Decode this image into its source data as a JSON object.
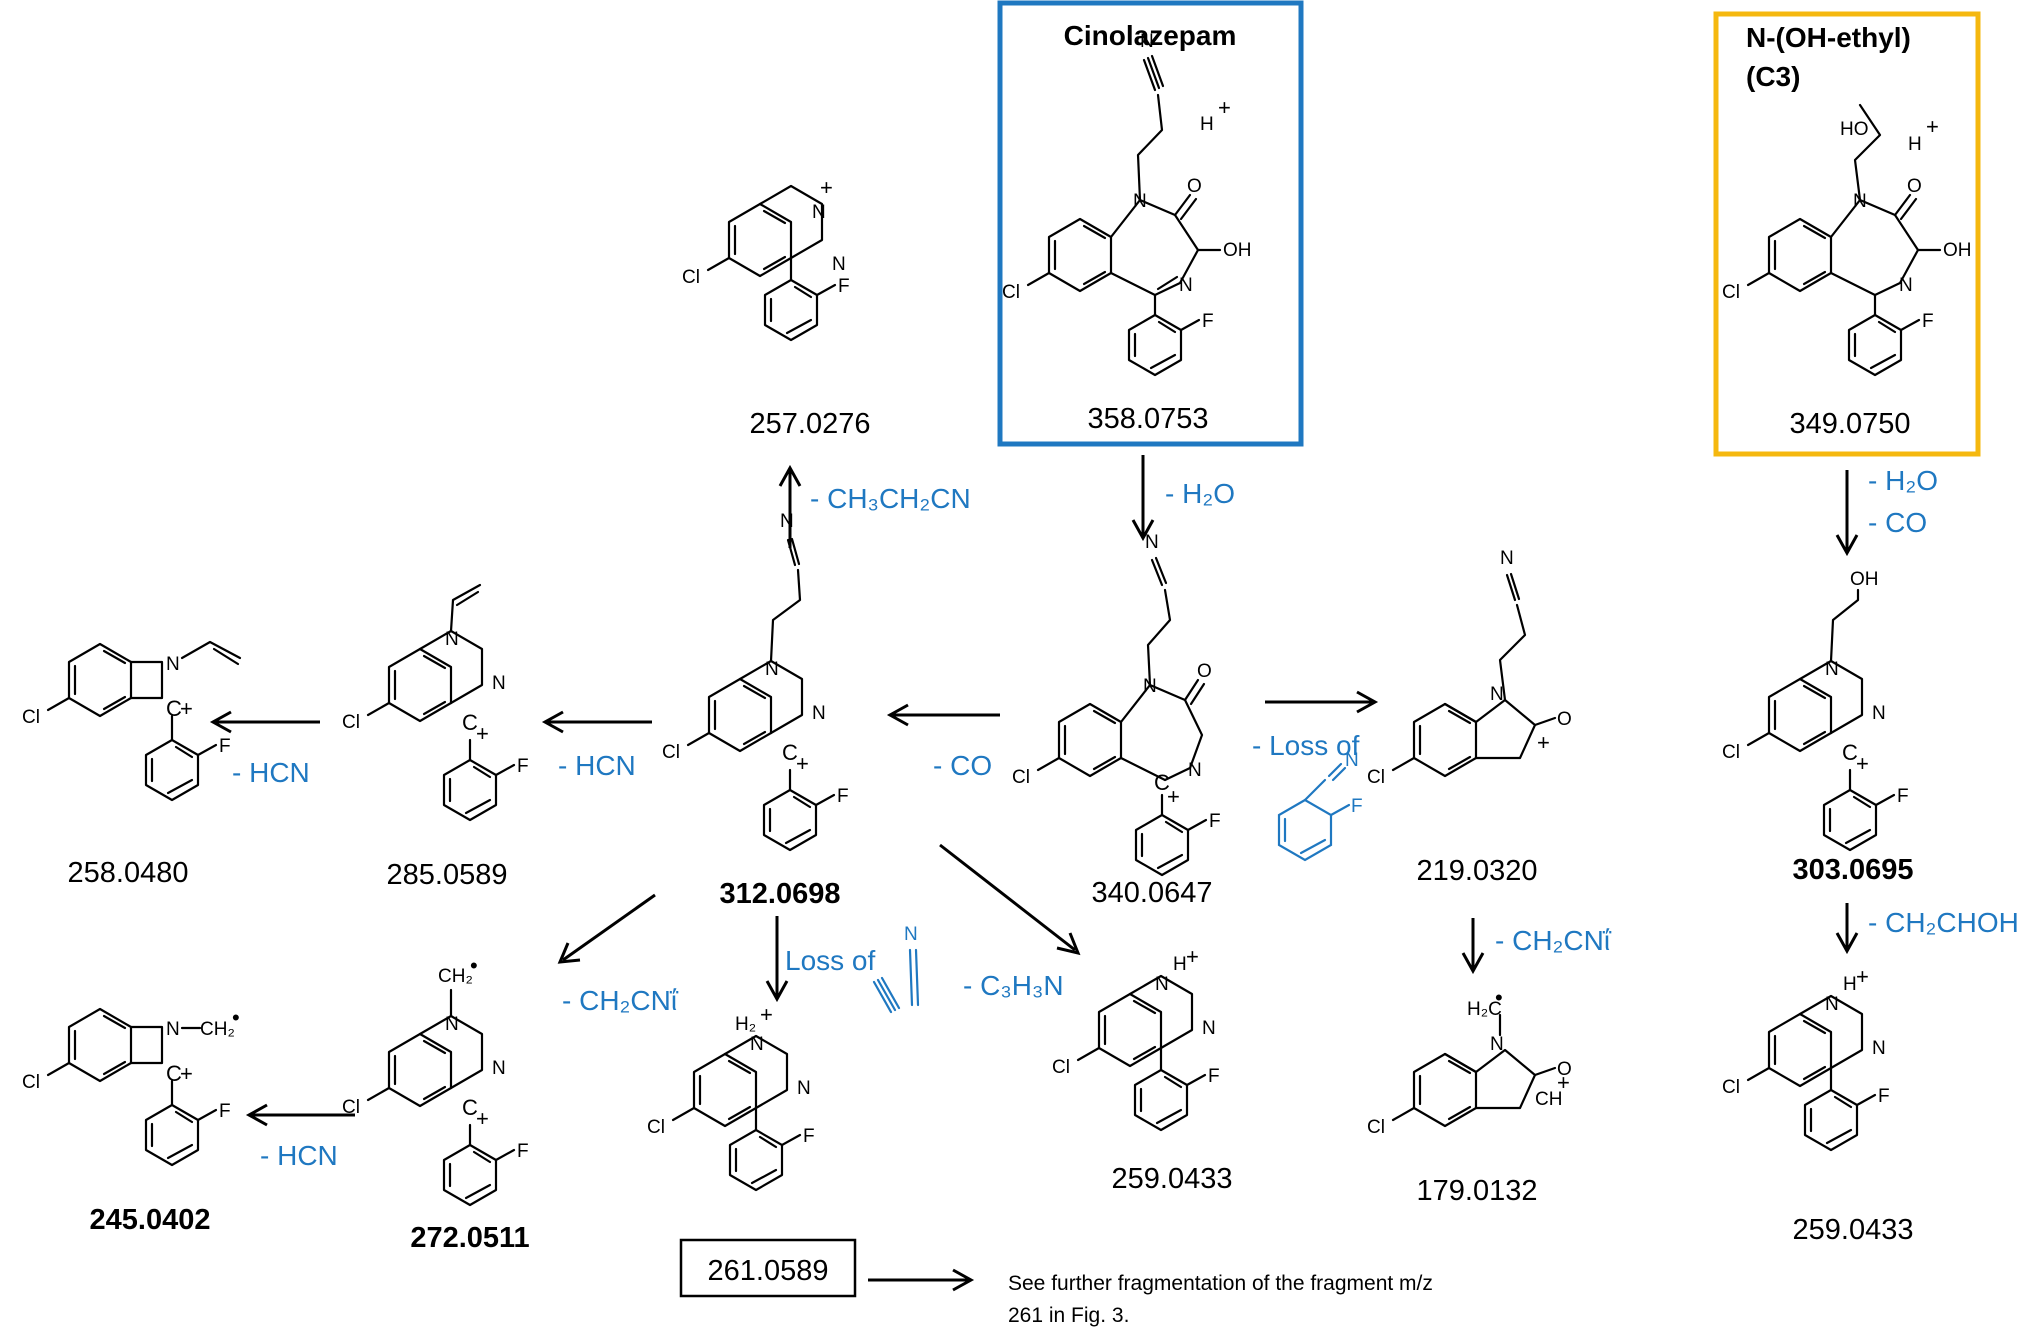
{
  "parents": {
    "cinolazepam": {
      "name": "Cinolazepam",
      "mass": "358.0753",
      "frame_color": "#1f78c1"
    },
    "c3": {
      "name_line1": "N-(OH-ethyl)",
      "name_line2": "(C3)",
      "mass": "349.0750",
      "frame_color": "#f5b80f"
    }
  },
  "fragments": {
    "f257": "257.0276",
    "f340": "340.0647",
    "f312": "312.0698",
    "f285": "285.0589",
    "f258": "258.0480",
    "f272": "272.0511",
    "f245": "245.0402",
    "f261": "261.0589",
    "f259a": "259.0433",
    "f219": "219.0320",
    "f179": "179.0132",
    "f303": "303.0695",
    "f259b": "259.0433"
  },
  "losses": {
    "h2o": "- H₂O",
    "h2o_co_1": "- H₂O",
    "h2o_co_2": "- CO",
    "ch3ch2cn": "- CH₃CH₂CN",
    "co": "- CO",
    "hcn_1": "- HCN",
    "hcn_2": "- HCN",
    "hcn_3": "- HCN",
    "ch2cn_1": "- CH₂CNΐ",
    "ch2cn_2": "- CH₂CNΐ",
    "loss_of_acn": "Loss of",
    "c3h3n": "- C₃H₃N",
    "loss_of_fbzcn": "- Loss of",
    "ch2choh": "- CH₂CHOH"
  },
  "atoms": {
    "cl": "Cl",
    "f": "F",
    "n": "N",
    "o": "O",
    "oh": "OH",
    "ho": "HO",
    "h": "H",
    "plus": "+",
    "hplus_h": "H",
    "ch2": "CH₂",
    "h2c": "H₂C",
    "c": "C",
    "ch": "CH",
    "h2": "H₂",
    "radical": "•"
  },
  "note": {
    "line1": "See further fragmentation of the fragment m/z",
    "line2": "261 in Fig. 3."
  }
}
